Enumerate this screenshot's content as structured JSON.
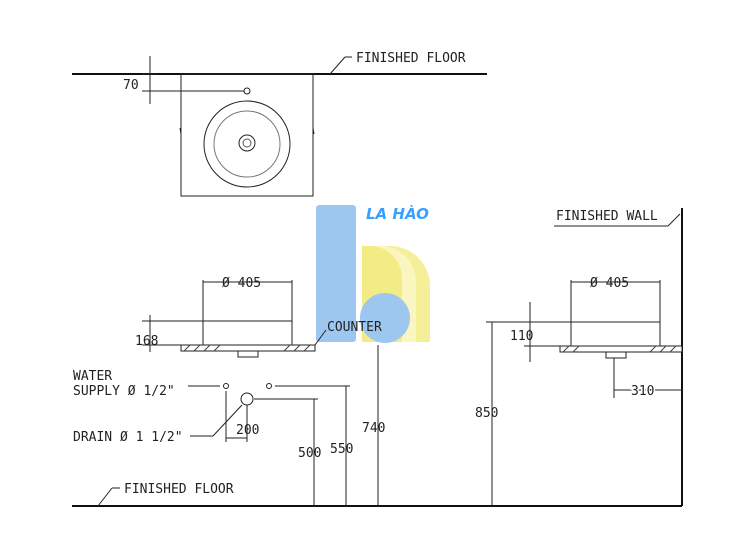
{
  "labels": {
    "finished_floor_top": "FINISHED FLOOR",
    "finished_floor_bottom": "FINISHED FLOOR",
    "finished_wall": "FINISHED WALL",
    "counter": "COUNTER",
    "water_supply_line1": "WATER",
    "water_supply_line2": "SUPPLY Ø 1/2\"",
    "drain": "DRAIN Ø 1 1/2\""
  },
  "dimensions": {
    "top_offset": "70",
    "diameter_front": "Ø 405",
    "diameter_side": "Ø 405",
    "basin_height_front": "168",
    "basin_height_side": "110",
    "drain_spacing": "200",
    "height_500": "500",
    "height_550": "550",
    "height_740": "740",
    "height_850": "850",
    "wall_offset": "310"
  },
  "logo": {
    "text": "LA HÀO",
    "colors": {
      "blue": "#4a90e2",
      "light_blue": "#9ec7f0",
      "yellow": "#f6ef9a",
      "text": "#3aa0ff"
    }
  }
}
